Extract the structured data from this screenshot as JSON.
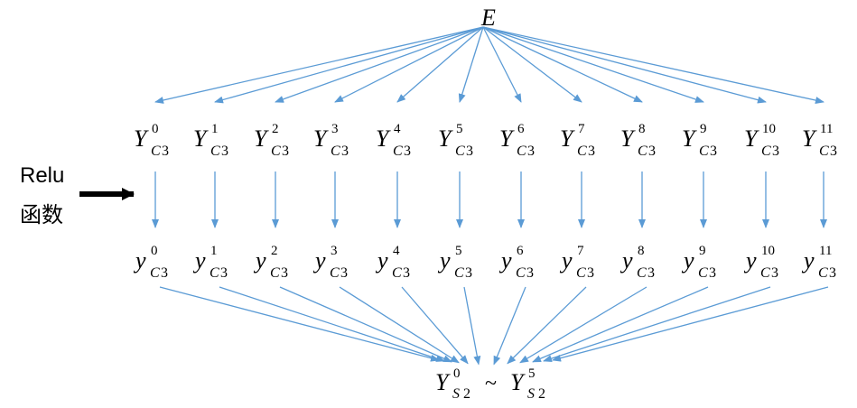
{
  "top_node": {
    "label": "E"
  },
  "row_Y": {
    "base": "Y",
    "sub_c": "C",
    "sub_n": "3",
    "indices": [
      "0",
      "1",
      "2",
      "3",
      "4",
      "5",
      "6",
      "7",
      "8",
      "9",
      "10",
      "11"
    ]
  },
  "row_y": {
    "base": "y",
    "sub_c": "C",
    "sub_n": "3",
    "indices": [
      "0",
      "1",
      "2",
      "3",
      "4",
      "5",
      "6",
      "7",
      "8",
      "9",
      "10",
      "11"
    ]
  },
  "bottom_node": {
    "base": "Y",
    "sub_s": "S",
    "sub_n": "2",
    "sup_from": "0",
    "sup_to": "5",
    "tilde": "~"
  },
  "side_label": {
    "line1": "Relu",
    "line2": "函数"
  },
  "colors": {
    "arrow": "#5b9bd5",
    "big_arrow": "#000000",
    "text": "#000000"
  }
}
